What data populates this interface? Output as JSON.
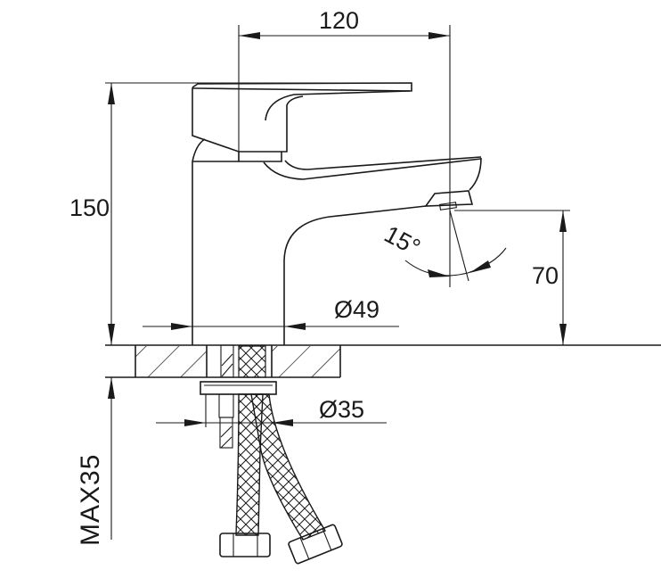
{
  "drawing": {
    "title": "Basin faucet dimension drawing",
    "dimensions": {
      "width": "120",
      "height": "150",
      "spout_height": "70",
      "spout_angle": "15°",
      "body_diameter": "Ø49",
      "shank_diameter": "Ø35",
      "max_deck_thickness": "MAX35"
    },
    "units": "mm",
    "line_color": "#1a1a1a",
    "background": "#ffffff"
  }
}
